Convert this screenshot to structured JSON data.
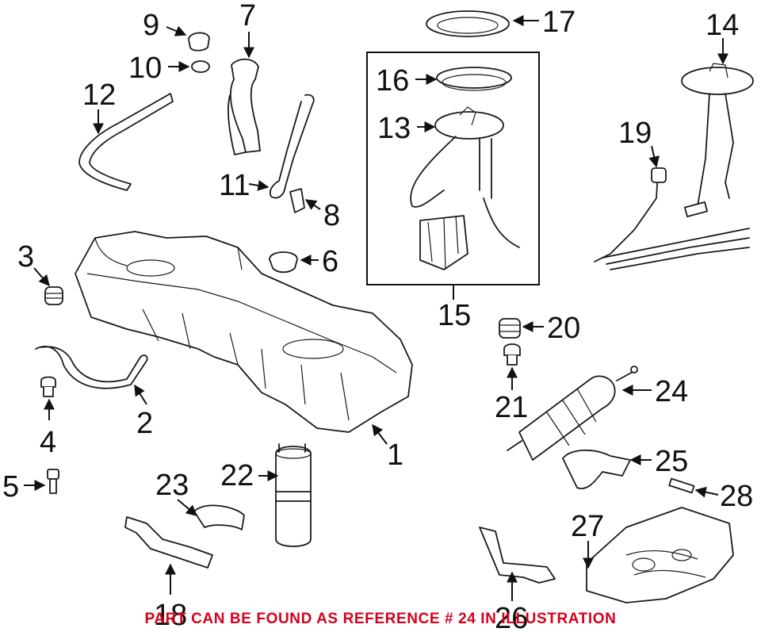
{
  "diagram": {
    "callouts": [
      "1",
      "2",
      "3",
      "4",
      "5",
      "6",
      "7",
      "8",
      "9",
      "10",
      "11",
      "12",
      "13",
      "14",
      "15",
      "16",
      "17",
      "18",
      "19",
      "20",
      "21",
      "22",
      "23",
      "24",
      "25",
      "26",
      "27",
      "28"
    ],
    "caption": "PART CAN BE FOUND AS REFERENCE # 24 IN ILLUSTRATION",
    "colors": {
      "caption": "#d6001c",
      "lines": "#111111",
      "background": "#ffffff"
    }
  }
}
